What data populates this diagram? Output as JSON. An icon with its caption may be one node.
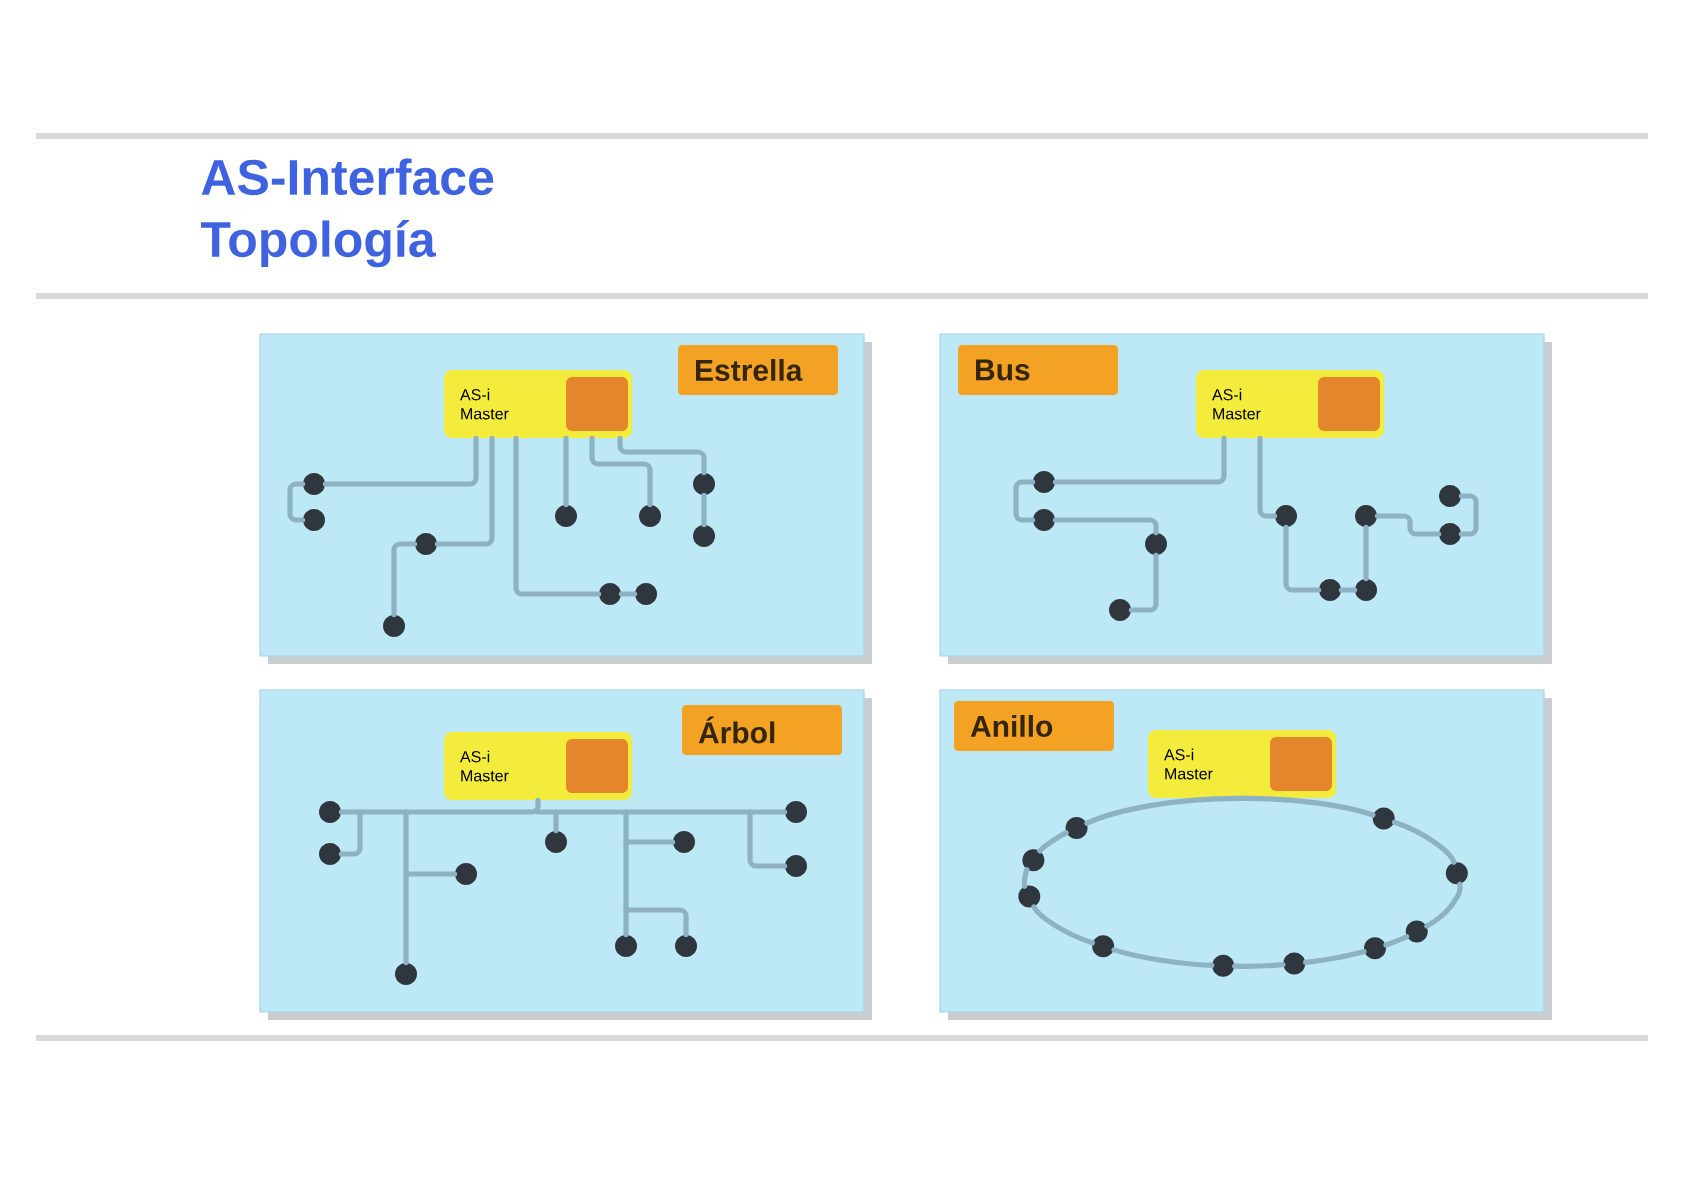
{
  "diagram": {
    "title": "AS-Interface Topología",
    "nodes": [
      {
        "text": [],
        "shape": "box"
      },
      {
        "text": [
          "Estrella"
        ],
        "in": 0
      },
      {
        "text": [
          "AS-i Master"
        ],
        "in": 0
      },
      {
        "text": [],
        "shape": "box",
        "in": 2
      },
      {
        "text": [],
        "shape": "circle",
        "in": 0
      },
      {
        "text": [],
        "shape": "circle",
        "in": 0
      },
      {
        "text": [],
        "shape": "circle",
        "in": 0
      },
      {
        "text": [],
        "shape": "circle",
        "in": 0
      },
      {
        "text": [],
        "shape": "circle",
        "in": 0
      },
      {
        "text": [],
        "shape": "circle",
        "in": 0
      },
      {
        "text": [],
        "shape": "circle",
        "in": 0
      },
      {
        "text": [],
        "shape": "circle",
        "in": 0
      },
      {
        "text": [],
        "shape": "circle",
        "in": 0
      },
      {
        "text": [],
        "shape": "circle",
        "in": 0
      },
      {
        "text": [],
        "shape": "box"
      },
      {
        "text": [
          "Bus"
        ],
        "in": 14
      },
      {
        "text": [
          "AS-i Master"
        ],
        "in": 14
      },
      {
        "text": [],
        "shape": "box",
        "in": 16
      },
      {
        "text": [],
        "shape": "circle",
        "in": 14
      },
      {
        "text": [],
        "shape": "circle",
        "in": 14
      },
      {
        "text": [],
        "shape": "circle",
        "in": 14
      },
      {
        "text": [],
        "shape": "circle",
        "in": 14
      },
      {
        "text": [],
        "shape": "circle",
        "in": 14
      },
      {
        "text": [],
        "shape": "circle",
        "in": 14
      },
      {
        "text": [],
        "shape": "circle",
        "in": 14
      },
      {
        "text": [],
        "shape": "circle",
        "in": 14
      },
      {
        "text": [],
        "shape": "circle",
        "in": 14
      },
      {
        "text": [],
        "shape": "circle",
        "in": 14
      },
      {
        "text": [],
        "shape": "box"
      },
      {
        "text": [
          "Árbol"
        ],
        "in": 28
      },
      {
        "text": [
          "AS-i Master"
        ],
        "in": 28
      },
      {
        "text": [],
        "shape": "box",
        "in": 30
      },
      {
        "text": [],
        "shape": "circle",
        "in": 28
      },
      {
        "text": [],
        "shape": "circle",
        "in": 28
      },
      {
        "text": [],
        "shape": "circle",
        "in": 28
      },
      {
        "text": [],
        "shape": "circle",
        "in": 28
      },
      {
        "text": [],
        "shape": "circle",
        "in": 28
      },
      {
        "text": [],
        "shape": "circle",
        "in": 28
      },
      {
        "text": [],
        "shape": "circle",
        "in": 28
      },
      {
        "text": [],
        "shape": "circle",
        "in": 28
      },
      {
        "text": [],
        "shape": "circle",
        "in": 28
      },
      {
        "text": [],
        "shape": "circle",
        "in": 28
      },
      {
        "text": [],
        "shape": "box"
      },
      {
        "text": [
          "Anillo"
        ],
        "in": 42
      },
      {
        "text": [
          "AS-i Master"
        ],
        "in": 42
      },
      {
        "text": [],
        "shape": "box",
        "in": 44
      },
      {
        "text": [],
        "shape": "circle",
        "in": 42
      },
      {
        "text": [],
        "shape": "circle",
        "in": 42
      },
      {
        "text": [],
        "shape": "circle",
        "in": 42
      },
      {
        "text": [],
        "shape": "circle",
        "in": 42
      },
      {
        "text": [],
        "shape": "circle",
        "in": 42
      },
      {
        "text": [],
        "shape": "circle",
        "in": 42
      },
      {
        "text": [],
        "shape": "circle",
        "in": 42
      },
      {
        "text": [],
        "shape": "circle",
        "in": 42
      },
      {
        "text": [],
        "shape": "circle",
        "in": 42
      },
      {
        "text": [],
        "shape": "circle",
        "in": 42
      }
    ],
    "edges": [
      {
        "from": 2,
        "to": 4,
        "arrow": "none"
      },
      {
        "from": 4,
        "to": 5,
        "arrow": "none"
      },
      {
        "from": 2,
        "to": 7,
        "arrow": "none"
      },
      {
        "from": 7,
        "to": 6,
        "arrow": "none"
      },
      {
        "from": 2,
        "to": 9,
        "arrow": "none"
      },
      {
        "from": 9,
        "to": 10,
        "arrow": "none"
      },
      {
        "from": 2,
        "to": 8,
        "arrow": "none"
      },
      {
        "from": 2,
        "to": 11,
        "arrow": "none"
      },
      {
        "from": 2,
        "to": 12,
        "arrow": "none"
      },
      {
        "from": 12,
        "to": 13,
        "arrow": "none"
      },
      {
        "from": 16,
        "to": 18,
        "arrow": "none"
      },
      {
        "from": 18,
        "to": 19,
        "arrow": "none"
      },
      {
        "from": 19,
        "to": 21,
        "arrow": "none"
      },
      {
        "from": 21,
        "to": 20,
        "arrow": "none"
      },
      {
        "from": 16,
        "to": 22,
        "arrow": "none"
      },
      {
        "from": 22,
        "to": 23,
        "arrow": "none"
      },
      {
        "from": 23,
        "to": 25,
        "arrow": "none"
      },
      {
        "from": 25,
        "to": 24,
        "arrow": "none"
      },
      {
        "from": 24,
        "to": 27,
        "arrow": "none"
      },
      {
        "from": 27,
        "to": 26,
        "arrow": "none"
      },
      {
        "from": 30,
        "to": 32,
        "arrow": "none"
      },
      {
        "from": 30,
        "to": 33,
        "arrow": "none"
      },
      {
        "from": 30,
        "to": 34,
        "arrow": "none"
      },
      {
        "from": 30,
        "to": 35,
        "arrow": "none"
      },
      {
        "from": 30,
        "to": 36,
        "arrow": "none"
      },
      {
        "from": 30,
        "to": 37,
        "arrow": "none"
      },
      {
        "from": 30,
        "to": 38,
        "arrow": "none"
      },
      {
        "from": 30,
        "to": 39,
        "arrow": "none"
      },
      {
        "from": 30,
        "to": 40,
        "arrow": "none"
      },
      {
        "from": 30,
        "to": 41,
        "arrow": "none"
      },
      {
        "from": 44,
        "to": 53,
        "arrow": "none"
      },
      {
        "from": 53,
        "to": 55,
        "arrow": "none"
      },
      {
        "from": 55,
        "to": 54,
        "arrow": "none"
      },
      {
        "from": 54,
        "to": 52,
        "arrow": "none"
      },
      {
        "from": 52,
        "to": 51,
        "arrow": "none"
      },
      {
        "from": 51,
        "to": 50,
        "arrow": "none"
      },
      {
        "from": 50,
        "to": 49,
        "arrow": "none"
      },
      {
        "from": 49,
        "to": 46,
        "arrow": "none"
      },
      {
        "from": 46,
        "to": 47,
        "arrow": "none"
      },
      {
        "from": 47,
        "to": 48,
        "arrow": "none"
      },
      {
        "from": 48,
        "to": 44,
        "arrow": "none"
      }
    ]
  }
}
